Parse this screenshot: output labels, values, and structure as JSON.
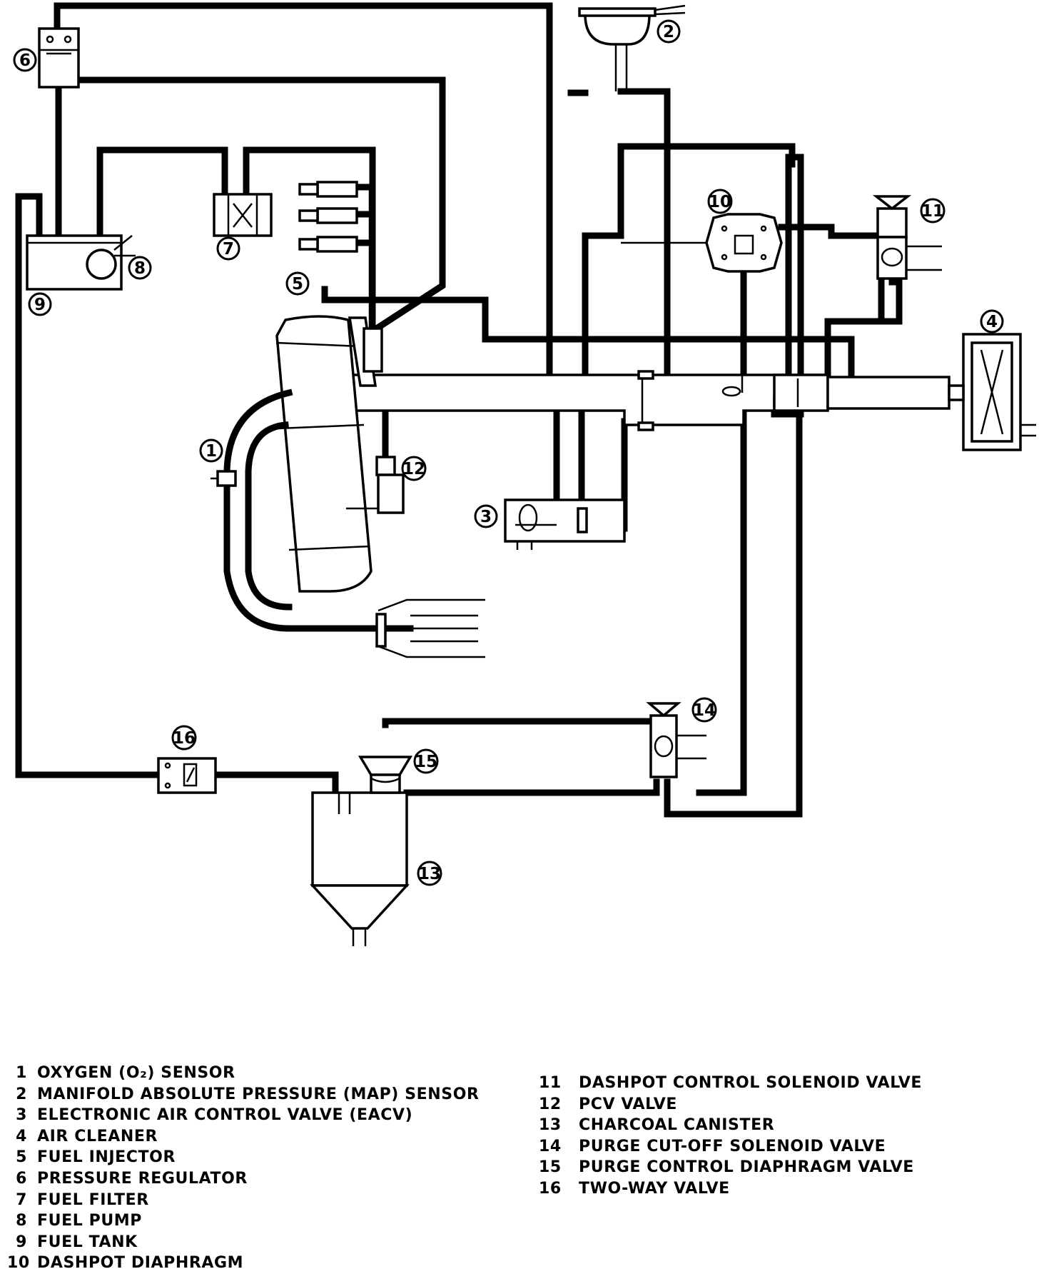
{
  "diagram": {
    "callouts": [
      "1",
      "2",
      "3",
      "4",
      "5",
      "6",
      "7",
      "8",
      "9",
      "10",
      "11",
      "12",
      "13",
      "14",
      "15",
      "16"
    ]
  },
  "legend": {
    "left": [
      {
        "num": "1",
        "text": "OXYGEN (O₂) SENSOR"
      },
      {
        "num": "2",
        "text": "MANIFOLD ABSOLUTE PRESSURE (MAP) SENSOR"
      },
      {
        "num": "3",
        "text": "ELECTRONIC AIR CONTROL VALVE (EACV)"
      },
      {
        "num": "4",
        "text": "AIR CLEANER"
      },
      {
        "num": "5",
        "text": "FUEL INJECTOR"
      },
      {
        "num": "6",
        "text": "PRESSURE REGULATOR"
      },
      {
        "num": "7",
        "text": "FUEL FILTER"
      },
      {
        "num": "8",
        "text": "FUEL PUMP"
      },
      {
        "num": "9",
        "text": "FUEL TANK"
      },
      {
        "num": "10",
        "text": "DASHPOT DIAPHRAGM"
      }
    ],
    "right": [
      {
        "num": "11",
        "text": "DASHPOT CONTROL SOLENOID VALVE"
      },
      {
        "num": "12",
        "text": "PCV VALVE"
      },
      {
        "num": "13",
        "text": "CHARCOAL CANISTER"
      },
      {
        "num": "14",
        "text": "PURGE CUT-OFF SOLENOID VALVE"
      },
      {
        "num": "15",
        "text": "PURGE CONTROL DIAPHRAGM VALVE"
      },
      {
        "num": "16",
        "text": "TWO-WAY VALVE"
      }
    ]
  }
}
